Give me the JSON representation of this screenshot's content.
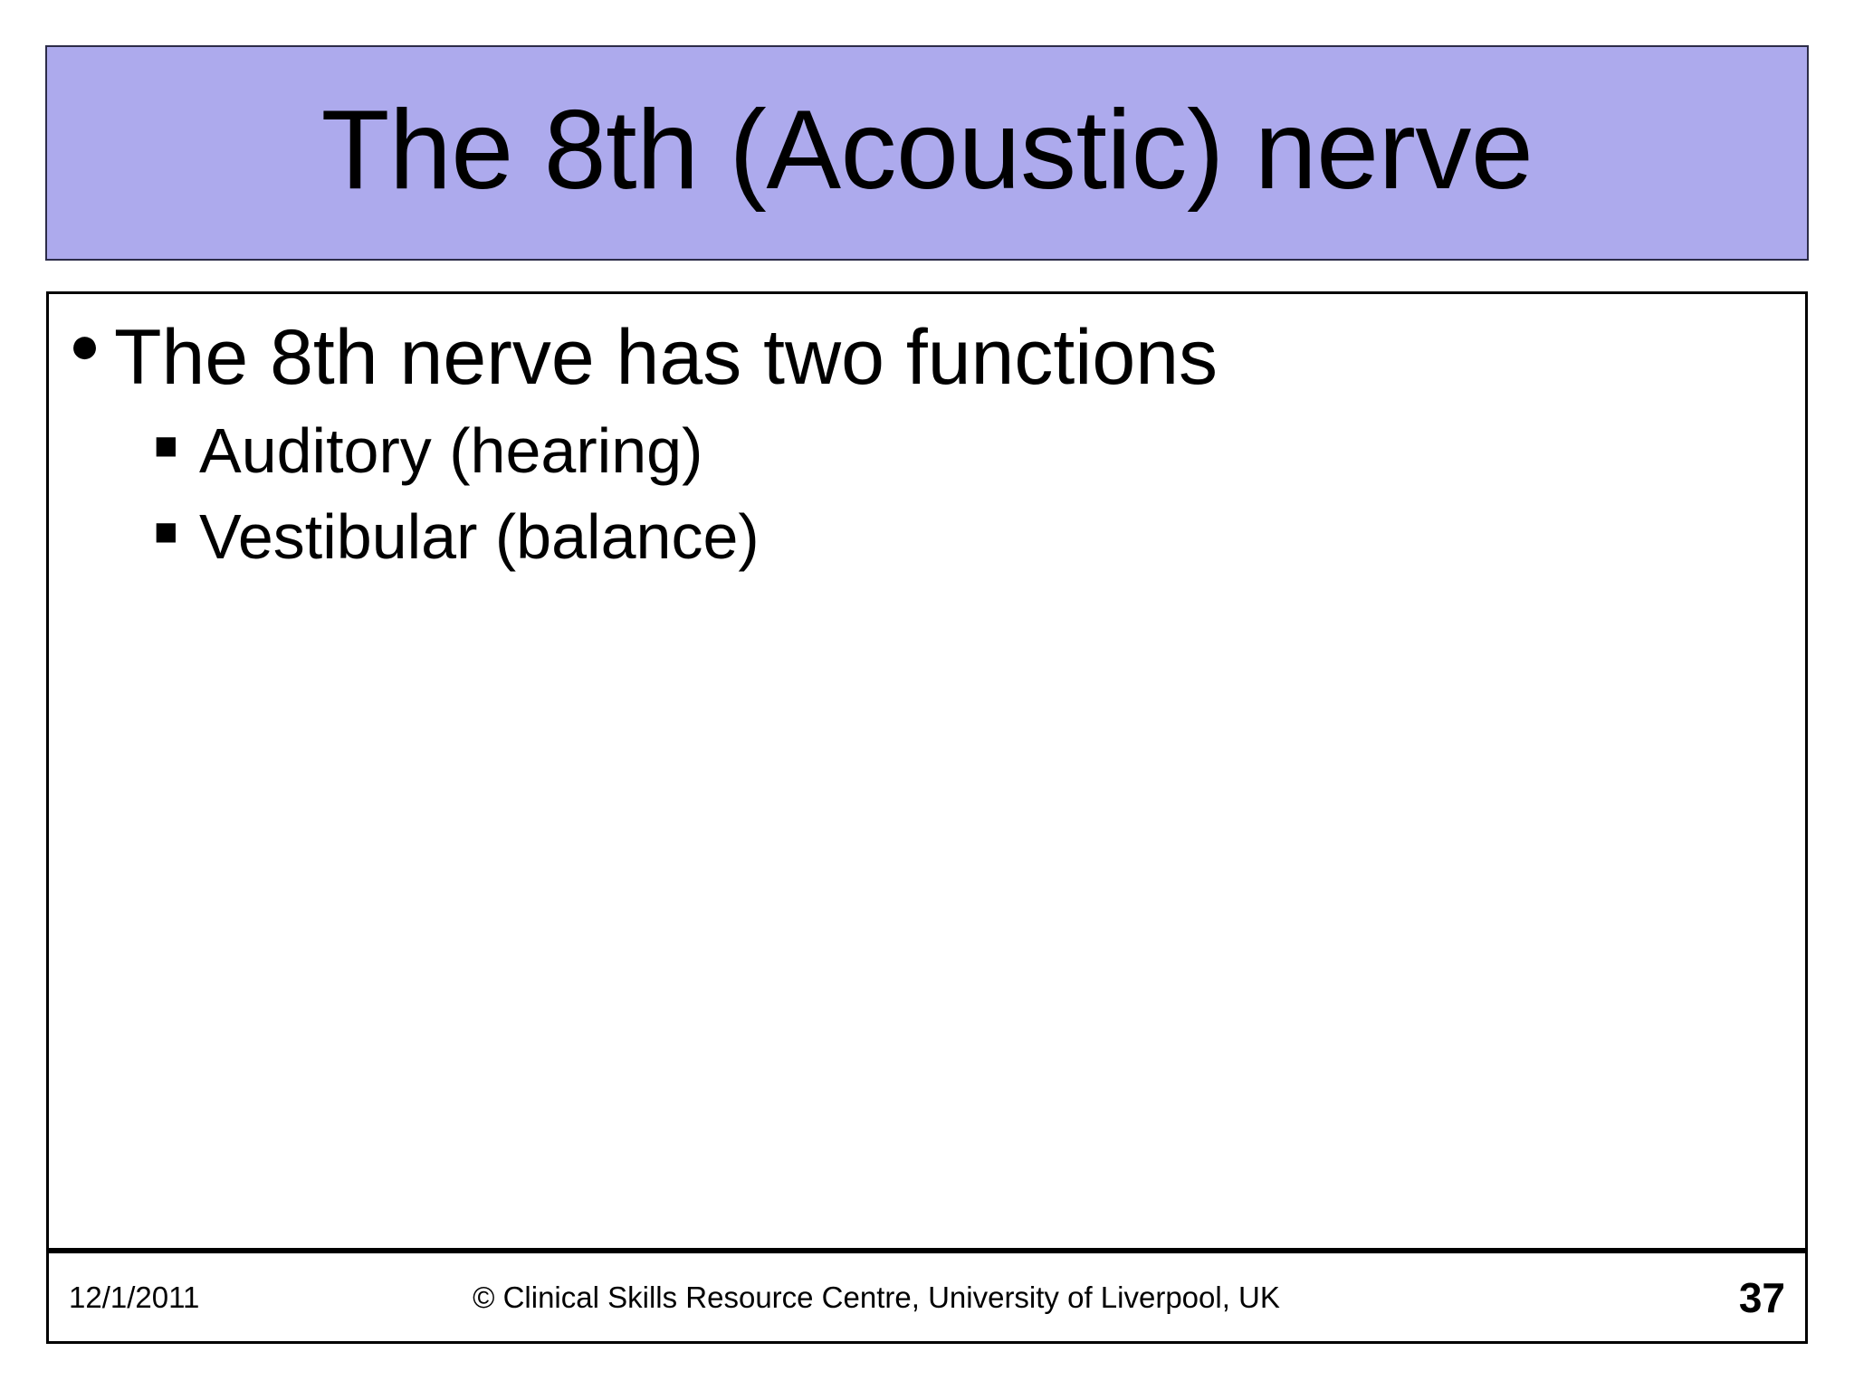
{
  "slide": {
    "title": "The 8th (Acoustic) nerve",
    "title_bg_color": "#adaaed",
    "title_border_color": "#2c2c48",
    "text_color": "#000000",
    "background_color": "#ffffff"
  },
  "body": {
    "bullets": [
      {
        "level": 1,
        "marker": "●",
        "marker_name": "round-bullet-icon",
        "text": "The 8th nerve has two functions"
      },
      {
        "level": 2,
        "marker": "■",
        "marker_name": "square-bullet-icon",
        "text": "Auditory (hearing)"
      },
      {
        "level": 2,
        "marker": "■",
        "marker_name": "square-bullet-icon",
        "text": "Vestibular (balance)"
      }
    ]
  },
  "footer": {
    "date": "12/1/2011",
    "copyright": "© Clinical Skills Resource Centre, University of Liverpool, UK",
    "page_number": "37"
  }
}
